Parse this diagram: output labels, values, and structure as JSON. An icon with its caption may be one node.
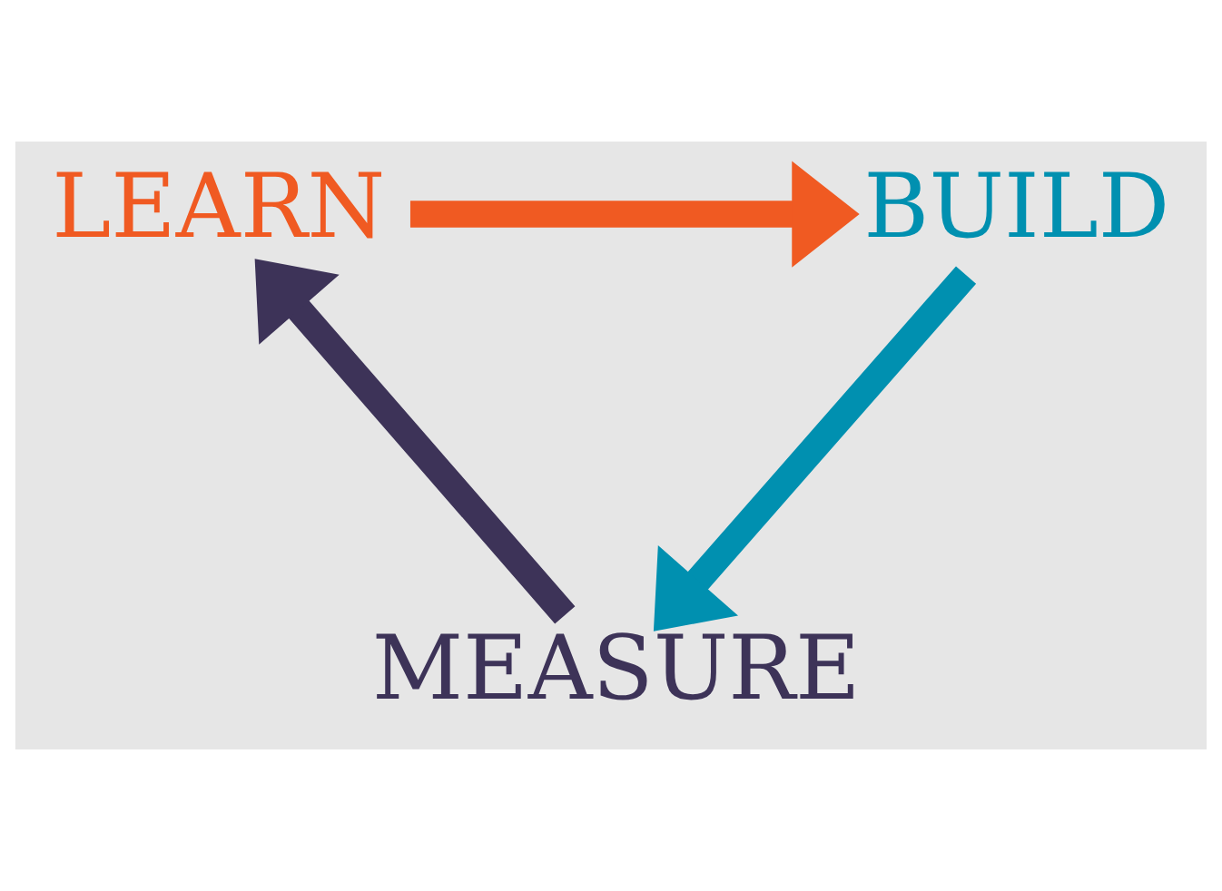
{
  "diagram": {
    "nodes": [
      {
        "text": [
          "LEARN"
        ]
      },
      {
        "text": [
          "BUILD"
        ]
      },
      {
        "text": [
          "MEASURE"
        ]
      }
    ],
    "edges": [
      {
        "from": 0,
        "to": 1,
        "arrow": "to",
        "color": "#f05a22"
      },
      {
        "from": 1,
        "to": 2,
        "arrow": "to",
        "color": "#0090b0"
      },
      {
        "from": 2,
        "to": 0,
        "arrow": "to",
        "color": "#3d3358"
      }
    ]
  }
}
